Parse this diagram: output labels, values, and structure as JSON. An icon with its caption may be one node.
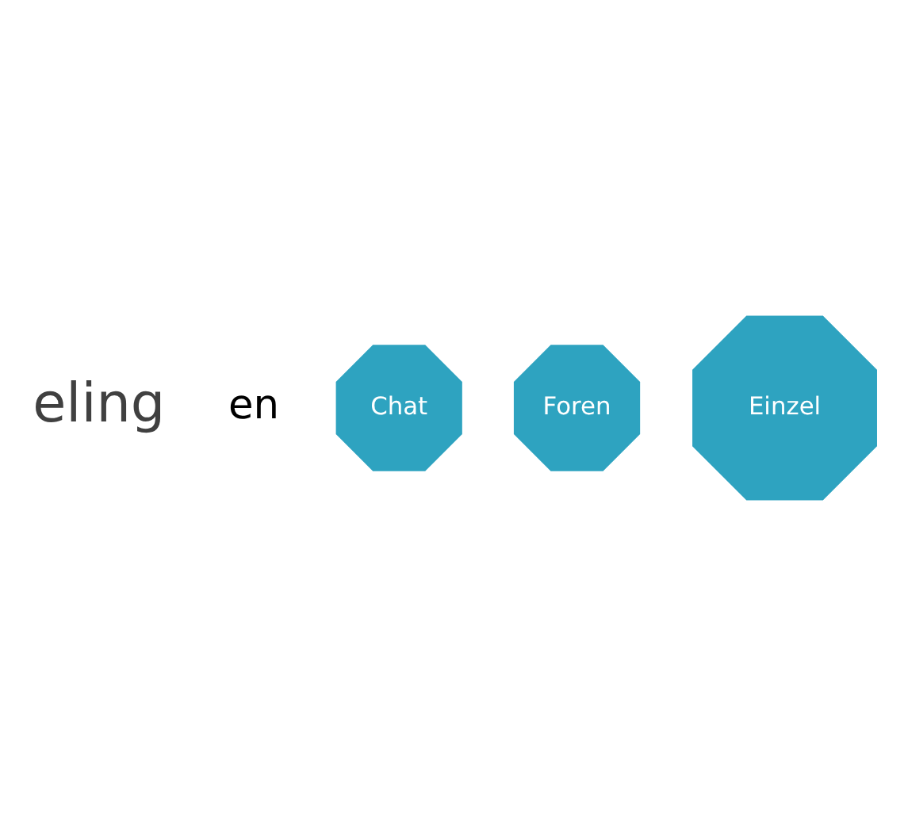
{
  "diagram": {
    "nodes": [
      {
        "text": [
          "Chat"
        ]
      },
      {
        "text": [
          "Foren"
        ]
      },
      {
        "text": [
          "Einzel"
        ]
      }
    ],
    "edges": [],
    "labels": [
      "eling",
      "en"
    ]
  }
}
